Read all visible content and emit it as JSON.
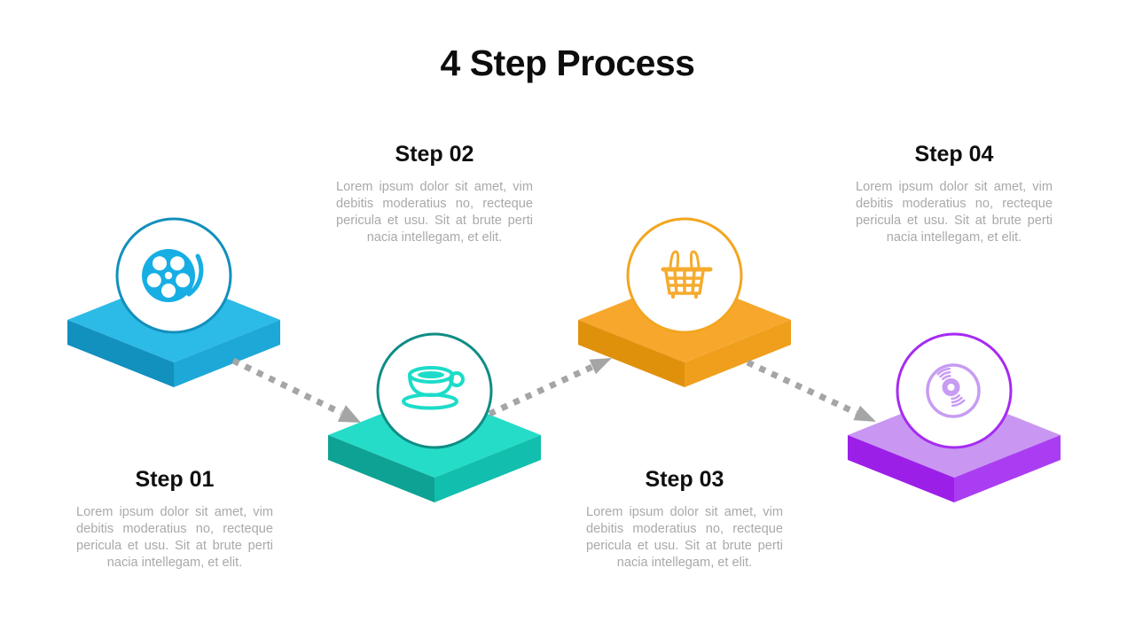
{
  "title": "4 Step Process",
  "connector": {
    "color": "#A5A5A5",
    "style": "dotted-line-with-solid-arrowhead"
  },
  "steps": [
    {
      "label": "Step 01",
      "description": "Lorem ipsum dolor sit amet, vim debitis moderatius no, recteque pericula et usu. Sit at brute perti nacia intellegam, et elit.",
      "icon": "film-reel-icon",
      "colors": {
        "platform_top": "#2CBAE6",
        "platform_left": "#1290BE",
        "platform_right": "#1DA8D8",
        "circle_border": "#128FBC",
        "icon": "#17AEE4"
      }
    },
    {
      "label": "Step 02",
      "description": "Lorem ipsum dolor sit amet, vim debitis moderatius no, recteque pericula et usu. Sit at brute perti nacia intellegam, et elit.",
      "icon": "coffee-cup-icon",
      "colors": {
        "platform_top": "#25DCC8",
        "platform_left": "#0DA294",
        "platform_right": "#12BFAE",
        "circle_border": "#0E8D85",
        "icon": "#1CDCC9"
      }
    },
    {
      "label": "Step 03",
      "description": "Lorem ipsum dolor sit amet, vim debitis moderatius no, recteque pericula et usu. Sit at brute perti nacia intellegam, et elit.",
      "icon": "shopping-basket-icon",
      "colors": {
        "platform_top": "#F7A82C",
        "platform_left": "#E0910C",
        "platform_right": "#EF9F1B",
        "circle_border": "#F3A51F",
        "icon": "#F6AB2E"
      }
    },
    {
      "label": "Step 04",
      "description": "Lorem ipsum dolor sit amet, vim debitis moderatius no, recteque pericula et usu. Sit at brute perti nacia intellegam, et elit.",
      "icon": "cd-icon",
      "colors": {
        "platform_top": "#C997F2",
        "platform_left": "#9C1FE8",
        "platform_right": "#AA3DF2",
        "circle_border": "#A62BF2",
        "icon": "#C79CF2"
      }
    }
  ]
}
